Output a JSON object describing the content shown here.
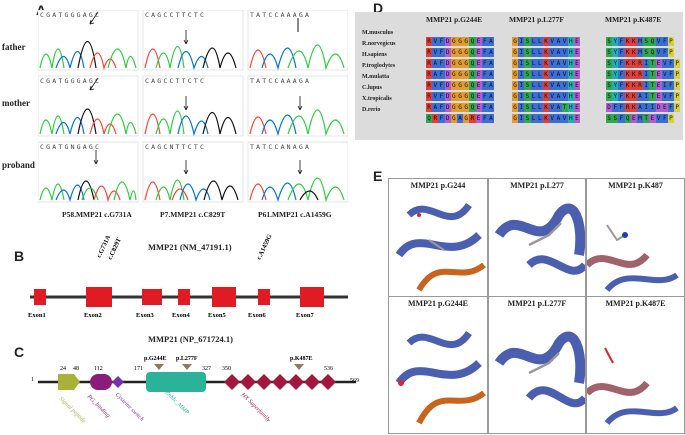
{
  "panels": {
    "a": "A",
    "b": "B",
    "c": "C",
    "d": "D",
    "e": "E"
  },
  "panel_a": {
    "row_labels": [
      "father",
      "mother",
      "proband"
    ],
    "seq_rows": [
      [
        "CGATGGGAGC",
        "CAGCCTTCTC",
        "TATCCAAAGA"
      ],
      [
        "CGATGGGAGC",
        "CAGCCTTCTC",
        "TATCCAAAGA"
      ],
      [
        "CGATGNGAGC",
        "CAGCNTTCTC",
        "TATCCANAGA"
      ]
    ],
    "captions": [
      "P58.MMP21 c.G731A",
      "P7.MMP21 c.C829T",
      "P61.MMP21 c.A1459G"
    ]
  },
  "panel_b": {
    "title": "MMP21 (NM_47191.1)",
    "exons": [
      "Exon1",
      "Exon2",
      "Exon3",
      "Exon4",
      "Exon5",
      "Exon6",
      "Exon7"
    ],
    "variants": [
      "c.G731A",
      "c.C829T",
      "c.A1459G"
    ],
    "exon_color": "#e01b24"
  },
  "panel_c": {
    "title": "MMP21 (NP_671724.1)",
    "positions": [
      "1",
      "24",
      "48",
      "112",
      "171",
      "327",
      "350",
      "536",
      "569"
    ],
    "variants": [
      "p.G244E",
      "p.L277F",
      "p.K487E"
    ],
    "domains": [
      {
        "label": "Signal peptide",
        "color": "#a8b23a"
      },
      {
        "label": "PG_binding",
        "color": "#8a1c7c"
      },
      {
        "label": "Cysteine switch",
        "color": "#7a2fb0"
      },
      {
        "label": "ZnMc_MMP",
        "color": "#2bb39a"
      },
      {
        "label": "HX Superfamily",
        "color": "#a3163f"
      }
    ]
  },
  "panel_d": {
    "groups": [
      "MMP21 p.G244E",
      "MMP21 p.L277F",
      "MMP21 p.K487E"
    ],
    "species": [
      "M.musculus",
      "R.norvegicus",
      "H.sapiens",
      "P.troglodytes",
      "M.mulatta",
      "C.lupus",
      "X.tropicalis",
      "D.rerio"
    ],
    "alignments": [
      [
        "RVFDGGGQEFA",
        "RVFDGGGQEFA",
        "RAFDGGGQEFA",
        "RAFDGGGQEFA",
        "RVFDGGGQEFA",
        "RVFDGGGQEFA",
        "RAFDGGGQEFA",
        "QRFDGAGREFA"
      ],
      [
        "GISLLKVAVHE",
        "GISLLKVAVHE",
        "GISLLKVAVHE",
        "GISLLKVAVHE",
        "GISLLKVAVHE",
        "GISLLKVAVHE",
        "GISLLKVATHE",
        "GISLLKVAVHE"
      ],
      [
        "SYFKKMSQVFP",
        "SYFKKMSQVFP",
        "SYFKKRITEVFP",
        "SYFKKRITEVFP",
        "SYFKKRITEIFP",
        "SYFKKAITEVFP",
        "DFFRKAIIDEFP",
        "SSFQEMTEVFP"
      ]
    ]
  },
  "panel_e": {
    "titles": [
      "MMP21 p.G244",
      "MMP21 p.L277",
      "MMP21 p.K487",
      "MMP21 p.G244E",
      "MMP21 p.L277F",
      "MMP21 p.K487E"
    ]
  }
}
